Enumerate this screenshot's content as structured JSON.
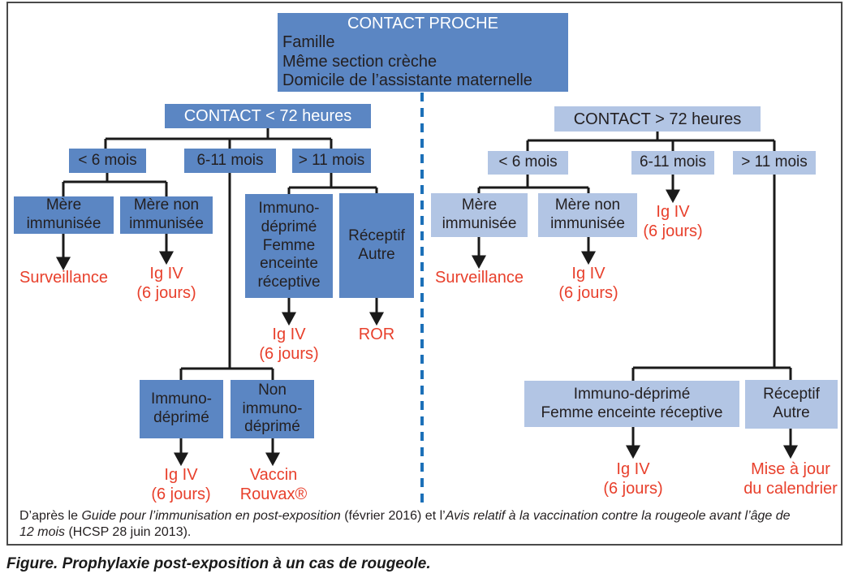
{
  "colors": {
    "dark_blue": "#5b86c3",
    "light_blue": "#b2c5e4",
    "dashed_blue": "#1c70b8",
    "red": "#e8402c"
  },
  "figure": {
    "root": {
      "title": "CONTACT PROCHE",
      "sublines": "Famille\nMême section crèche\nDomicile de l’assistante maternelle"
    },
    "left": {
      "header": "CONTACT < 72 heures",
      "age_lt6": "< 6 mois",
      "age_6_11": "6-11 mois",
      "age_gt11": "> 11 mois",
      "mere_immunisee": "Mère\nimmunisée",
      "mere_non_immunisee": "Mère non\nimmunisée",
      "out_surveillance": "Surveillance",
      "out_igiv_lt6": "Ig IV\n(6 jours)",
      "immunodeprime": "Immuno-\ndéprimé",
      "non_immunodeprime": "Non\nimmuno-\ndéprimé",
      "out_igiv_6_11": "Ig IV\n(6 jours)",
      "out_vaccin": "Vaccin\nRouvax®",
      "immunodeprime_femme": "Immuno-\ndéprimé\nFemme\nenceinte\nréceptive",
      "receptif_autre": "Réceptif\nAutre",
      "out_igiv_gt11": "Ig IV\n(6 jours)",
      "out_ror": "ROR"
    },
    "right": {
      "header": "CONTACT > 72 heures",
      "age_lt6": "< 6 mois",
      "age_6_11": "6-11 mois",
      "age_gt11": "> 11 mois",
      "mere_immunisee": "Mère\nimmunisée",
      "mere_non_immunisee": "Mère non\nimmunisée",
      "out_surveillance": "Surveillance",
      "out_igiv_lt6": "Ig IV\n(6 jours)",
      "out_igiv_6_11": "Ig IV\n(6 jours)",
      "immunodeprime_femme": "Immuno-déprimé\nFemme enceinte réceptive",
      "receptif_autre": "Réceptif\nAutre",
      "out_igiv_gt11": "Ig IV\n(6 jours)",
      "out_mise_a_jour": "Mise à jour\ndu calendrier"
    },
    "footnote": {
      "seg0": "D’après le ",
      "seg1": "Guide pour l’immunisation en post-exposition",
      "seg2": " (février 2016) et l’",
      "seg3": "Avis relatif à la vaccination contre la rougeole avant l’âge de",
      "seg4": "12 mois",
      "seg5": " (HCSP 28 juin 2013)."
    },
    "caption": "Figure. Prophylaxie post-exposition à un cas de rougeole."
  }
}
